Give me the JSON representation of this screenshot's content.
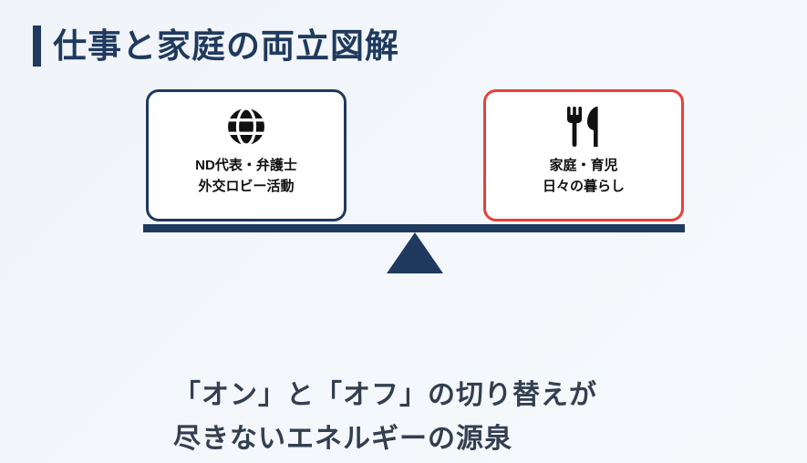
{
  "page": {
    "background": "#f1f5f9"
  },
  "colors": {
    "navy": "#1f3a5e",
    "red": "#e8403a",
    "caption_text": "#333f50",
    "icon_black": "#111111",
    "box_background": "#ffffff"
  },
  "title": {
    "text": "仕事と家庭の両立図解"
  },
  "balance": {
    "left_box": {
      "icon": "globe-icon",
      "lines": [
        "ND代表・弁護士",
        "外交ロビー活動"
      ]
    },
    "right_box": {
      "icon": "utensils-icon",
      "lines": [
        "家庭・育児",
        "日々の暮らし"
      ]
    }
  },
  "caption": {
    "lines": [
      "「オン」と「オフ」の切り替えが",
      "尽きないエネルギーの源泉"
    ]
  }
}
